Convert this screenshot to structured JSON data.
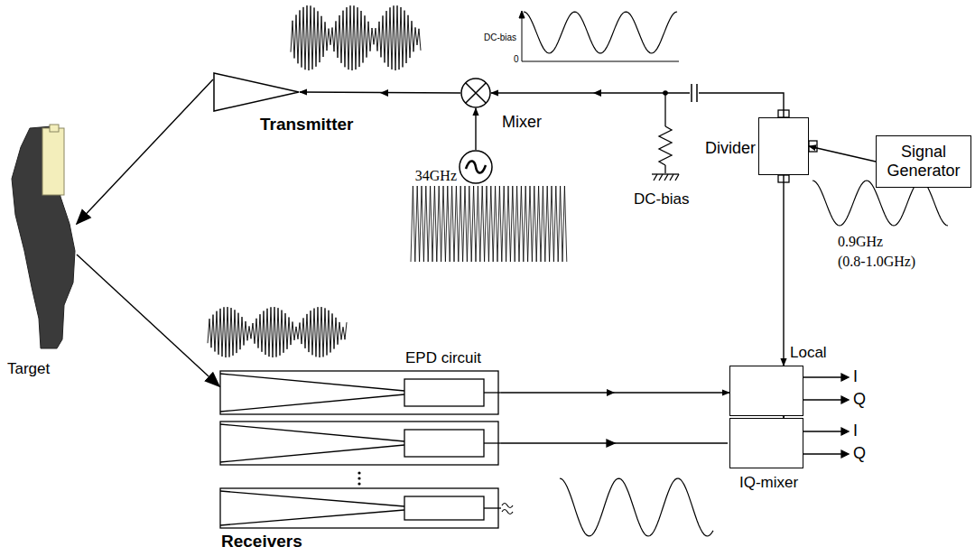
{
  "diagram": {
    "nodes": [
      {
        "text": [
          "Signal Generator"
        ]
      },
      {
        "text": [
          "Divider"
        ]
      },
      {
        "text": [
          "Mixer"
        ]
      },
      {
        "text": [
          "34GHz"
        ]
      },
      {
        "text": [
          "Transmitter"
        ]
      },
      {
        "text": [
          "Target"
        ]
      },
      {
        "text": [
          "EPD circuit"
        ]
      },
      {
        "text": [
          "Receivers"
        ]
      },
      {
        "text": [
          "Local"
        ]
      },
      {
        "text": [
          "IQ-mixer"
        ]
      }
    ],
    "edges": [
      {
        "from": 0,
        "to": 1,
        "arrow": "to"
      },
      {
        "from": 1,
        "to": 2,
        "arrow": "to"
      },
      {
        "from": 3,
        "to": 2,
        "arrow": "to"
      },
      {
        "from": 2,
        "to": 4,
        "arrow": "to"
      },
      {
        "from": 4,
        "to": 5,
        "arrow": "to"
      },
      {
        "from": 5,
        "to": 6,
        "arrow": "to"
      },
      {
        "from": 6,
        "to": 8,
        "arrow": "to"
      },
      {
        "from": 1,
        "to": 8,
        "arrow": "to"
      },
      {
        "from": 8,
        "to": 9,
        "arrow": "to"
      }
    ],
    "labels": [
      "DC-bias",
      "0",
      "DC-bias",
      "0.9GHz",
      "(0.8-1.0GHz)",
      "I",
      "Q",
      "I",
      "Q"
    ]
  }
}
